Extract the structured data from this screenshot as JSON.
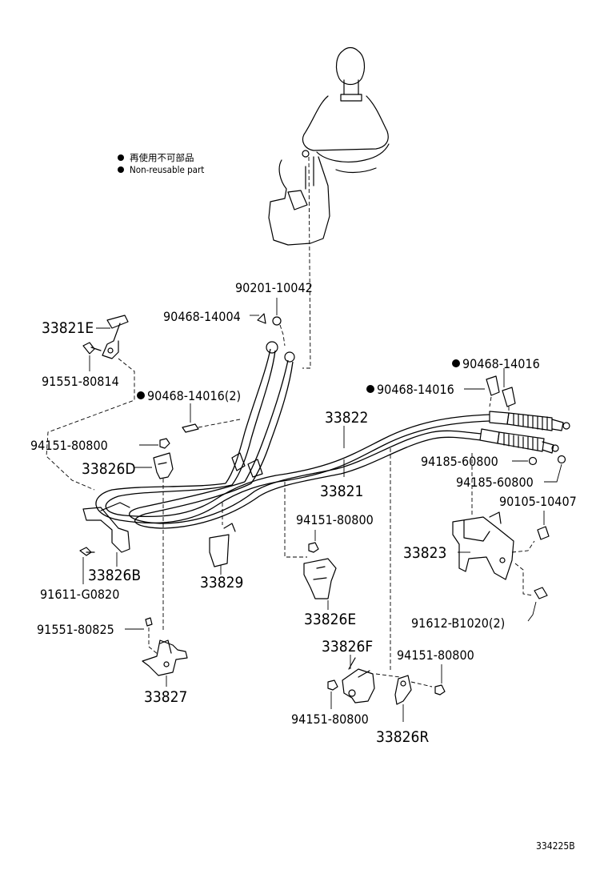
{
  "legend": {
    "jp": "再使用不可部品",
    "en": "Non-reusable part"
  },
  "reference_code": "334225B",
  "labels": {
    "p90201_10042": "90201-10042",
    "p90468_14004": "90468-14004",
    "p33821E": "33821E",
    "p91551_80814": "91551-80814",
    "p90468_14016_2": "90468-14016(2)",
    "p94151_80800_a": "94151-80800",
    "p33826D": "33826D",
    "p33822": "33822",
    "p33821": "33821",
    "p90468_14016_a": "90468-14016",
    "p90468_14016_b": "90468-14016",
    "p94185_60800_a": "94185-60800",
    "p94185_60800_b": "94185-60800",
    "p90105_10407": "90105-10407",
    "p33823": "33823",
    "p94151_80800_b": "94151-80800",
    "p91611_G0820": "91611-G0820",
    "p33826B": "33826B",
    "p33829": "33829",
    "p33826E": "33826E",
    "p91612_B1020_2": "91612-B1020(2)",
    "p91551_80825": "91551-80825",
    "p33826F": "33826F",
    "p94151_80800_c": "94151-80800",
    "p33827": "33827",
    "p94151_80800_d": "94151-80800",
    "p33826R": "33826R"
  }
}
